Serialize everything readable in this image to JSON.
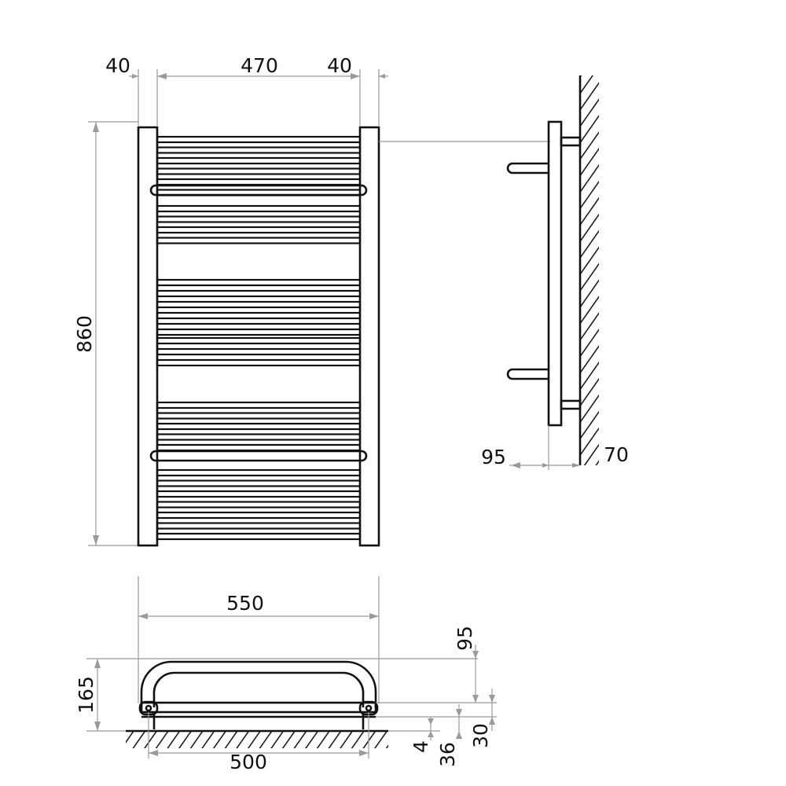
{
  "front_view": {
    "dim_side_left": "40",
    "dim_spacing": "470",
    "dim_side_right": "40",
    "dim_height": "860"
  },
  "side_view": {
    "dim_offset": "95",
    "dim_wall": "70"
  },
  "top_view": {
    "dim_width_total": "550",
    "dim_width_inner": "500",
    "dim_height": "165",
    "dim_rail_top": "95",
    "dim_rail_a": "30",
    "dim_rail_b": "36",
    "dim_rail_c": "4"
  },
  "colors": {
    "line": "#111111",
    "dimension_line": "#9a9a9a"
  }
}
